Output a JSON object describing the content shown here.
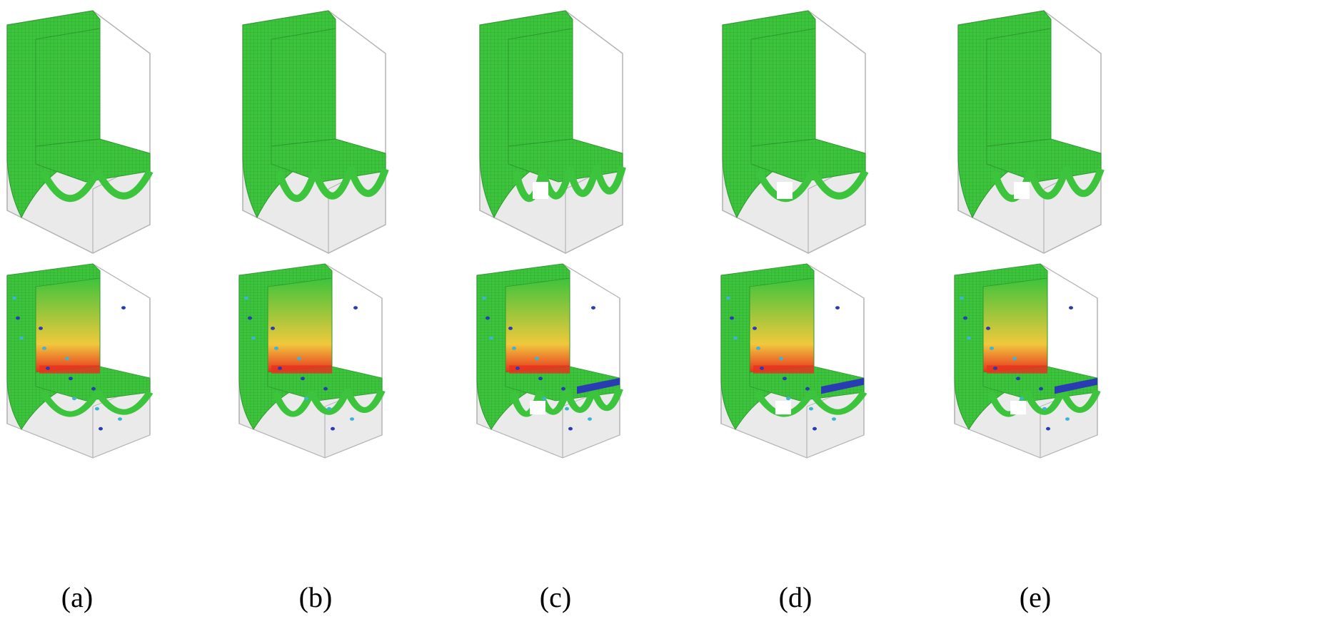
{
  "figure": {
    "panels": [
      {
        "label": "(a)"
      },
      {
        "label": "(b)"
      },
      {
        "label": "(c)"
      },
      {
        "label": "(d)"
      },
      {
        "label": "(e)"
      }
    ],
    "colors": {
      "structure_green": "#3cc43c",
      "structure_dark_green": "#2c9a2c",
      "bounding_box": "#b4b4b4",
      "box_fill": "#d9d9d9",
      "stress_high": "#e8321e",
      "stress_mid": "#f0c83c",
      "stress_low": "#2a3cb4",
      "stress_cyan": "#3cb4d2"
    }
  }
}
